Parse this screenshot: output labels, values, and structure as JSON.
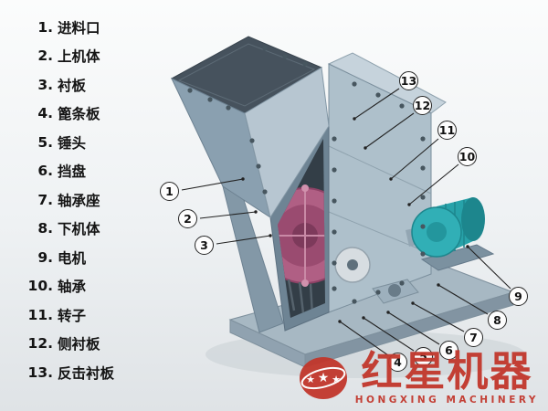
{
  "parts_list": {
    "items": [
      {
        "num": "1.",
        "label": "进料口"
      },
      {
        "num": "2.",
        "label": "上机体"
      },
      {
        "num": "3.",
        "label": "衬板"
      },
      {
        "num": "4.",
        "label": "篦条板"
      },
      {
        "num": "5.",
        "label": "锤头"
      },
      {
        "num": "6.",
        "label": "挡盘"
      },
      {
        "num": "7.",
        "label": "轴承座"
      },
      {
        "num": "8.",
        "label": "下机体"
      },
      {
        "num": "9.",
        "label": "电机"
      },
      {
        "num": "10.",
        "label": "轴承"
      },
      {
        "num": "11.",
        "label": "转子"
      },
      {
        "num": "12.",
        "label": "侧衬板"
      },
      {
        "num": "13.",
        "label": "反击衬板"
      }
    ]
  },
  "callouts": [
    {
      "num": "1"
    },
    {
      "num": "2"
    },
    {
      "num": "3"
    },
    {
      "num": "4"
    },
    {
      "num": "5"
    },
    {
      "num": "6"
    },
    {
      "num": "7"
    },
    {
      "num": "8"
    },
    {
      "num": "9"
    },
    {
      "num": "10"
    },
    {
      "num": "11"
    },
    {
      "num": "12"
    },
    {
      "num": "13"
    }
  ],
  "logo": {
    "brand": "红星机器",
    "subtitle": "HONGXING MACHINERY",
    "emblem_icon": "three-stars-ring-emblem"
  },
  "colors": {
    "background": "#eceff1",
    "machine_light": "#b7c6d1",
    "machine_mid": "#8aa0b0",
    "machine_dark": "#46525d",
    "cavity": "#333e47",
    "rotor_pink": "#b05f84",
    "motor_teal": "#2aa7ae",
    "callout_border": "#262626",
    "logo_red": "#c2372c"
  }
}
